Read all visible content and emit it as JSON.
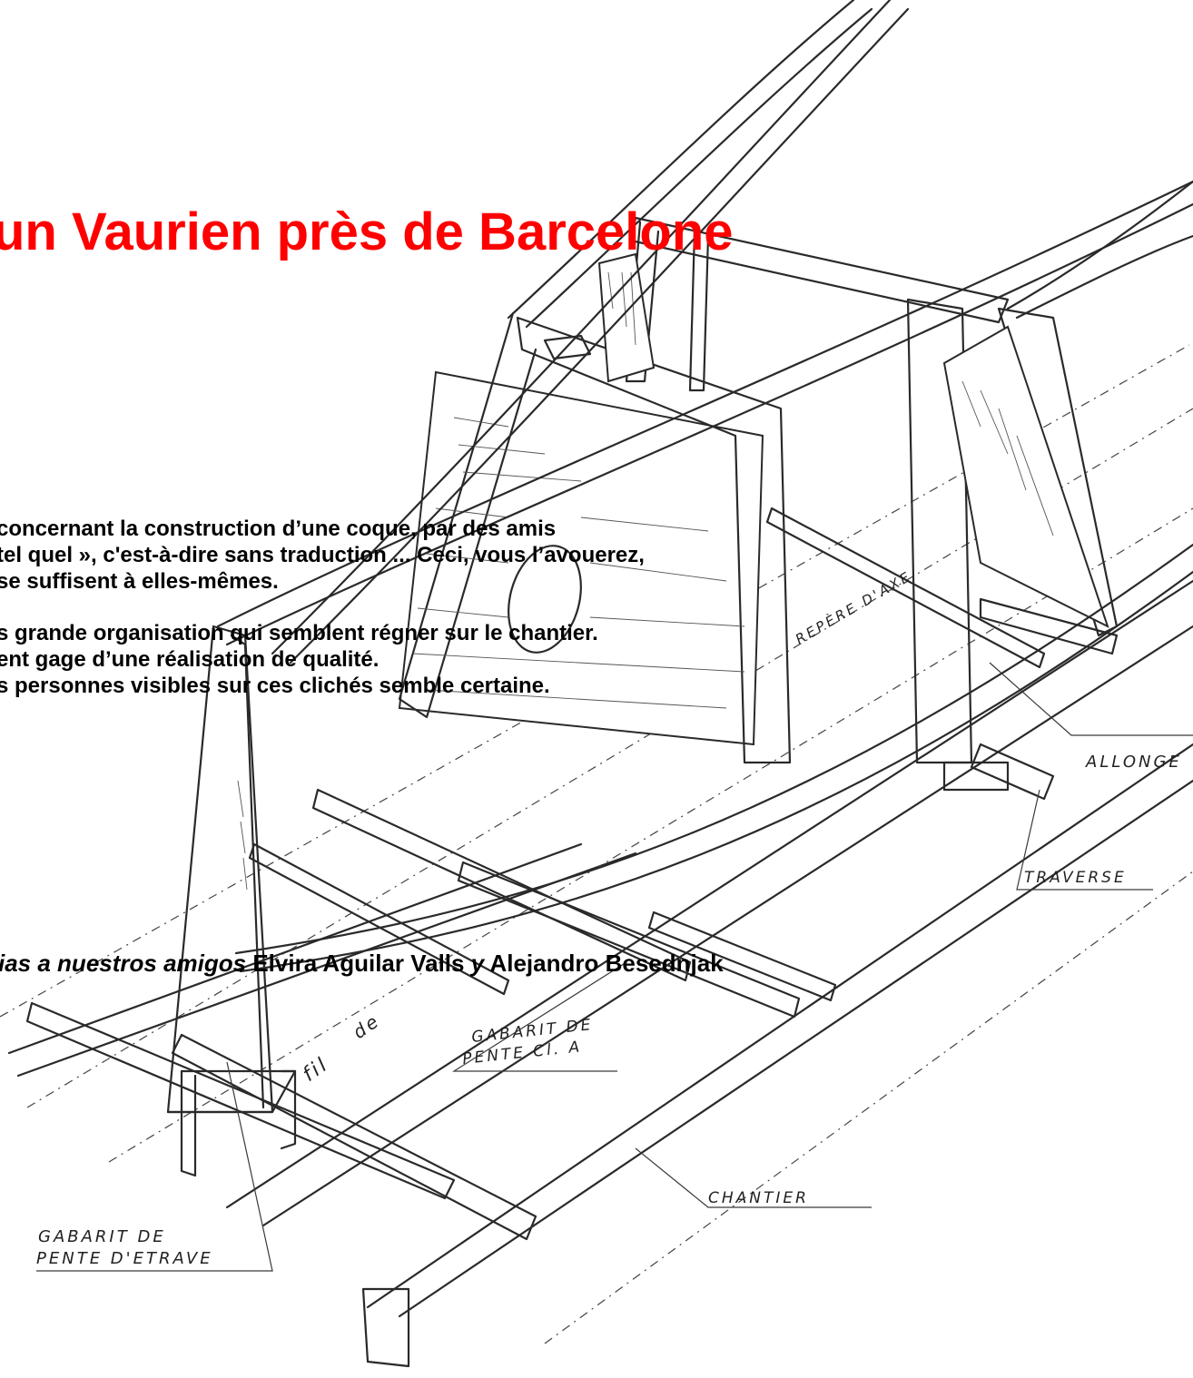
{
  "title": "un Vaurien près de Barcelone",
  "paragraphs": [
    "concernant la construction d’une coque, par des amis",
    " tel quel », c'est-à-dire sans traduction ... Ceci, vous l’avouerez,",
    "se suffisent à elles-mêmes.",
    "s grande organisation qui semblent régner sur le chantier.",
    "ent gage d’une réalisation de qualité.",
    "s personnes visibles sur ces clichés semble certaine."
  ],
  "thanks": {
    "intro": "ias a nuestros amigos",
    "name1": "Elvira Aguilar Valls",
    "conj": "y",
    "name2": "Alejandro Besednjak"
  },
  "drawing_labels": {
    "allonge": "ALLONGE",
    "traverse": "TRAVERSE",
    "gabarit_ci_a_line1": "GABARIT DE",
    "gabarit_ci_a_line2": "PENTE Cl. A",
    "chantier": "CHANTIER",
    "gabarit_etrave_line1": "GABARIT DE",
    "gabarit_etrave_line2": "PENTE D'ETRAVE",
    "repere": "REPÈRE D'AXE",
    "fil": "fil",
    "fil2": "de"
  }
}
